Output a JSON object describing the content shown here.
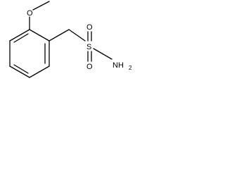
{
  "molecule": {
    "oxygen_ether": "O",
    "sulfur": "S",
    "oxygen_top": "O",
    "oxygen_bottom": "O",
    "amine_n": "NH",
    "amine_sub": "2"
  }
}
